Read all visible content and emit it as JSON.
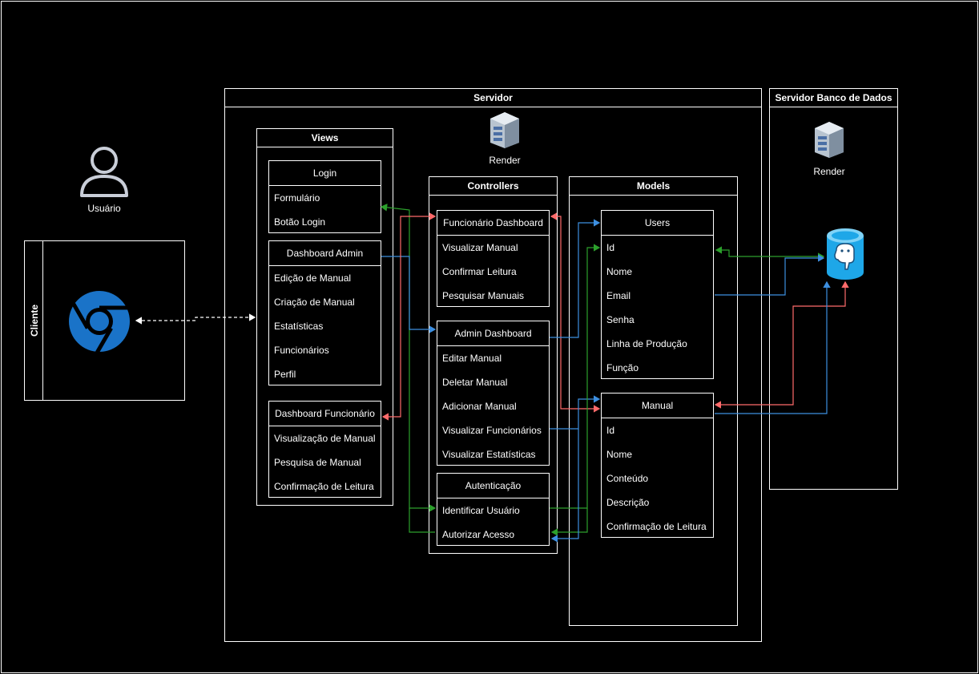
{
  "outer_border": true,
  "client": {
    "title": "Cliente",
    "user_label": "Usuário"
  },
  "server": {
    "title": "Servidor",
    "host_label": "Render",
    "views": {
      "title": "Views",
      "login": {
        "title": "Login",
        "items": [
          "Formulário",
          "Botão Login"
        ]
      },
      "admin": {
        "title": "Dashboard Admin",
        "items": [
          "Edição de Manual",
          "Criação de Manual",
          "Estatísticas",
          "Funcionários",
          "Perfil"
        ]
      },
      "funcionario": {
        "title": "Dashboard Funcionário",
        "items": [
          "Visualização de Manual",
          "Pesquisa de Manual",
          "Confirmação de Leitura"
        ]
      }
    },
    "controllers": {
      "title": "Controllers",
      "func_dash": {
        "title": "Funcionário Dashboard",
        "items": [
          "Visualizar Manual",
          "Confirmar Leitura",
          "Pesquisar Manuais"
        ]
      },
      "admin_dash": {
        "title": "Admin Dashboard",
        "items": [
          "Editar Manual",
          "Deletar Manual",
          "Adicionar Manual",
          "Visualizar Funcionários",
          "Visualizar Estatísticas"
        ]
      },
      "auth": {
        "title": "Autenticação",
        "items": [
          "Identificar Usuário",
          "Autorizar Acesso"
        ]
      }
    },
    "models": {
      "title": "Models",
      "users": {
        "title": "Users",
        "items": [
          "Id",
          "Nome",
          "Email",
          "Senha",
          "Linha de Produção",
          "Função"
        ]
      },
      "manual": {
        "title": "Manual",
        "items": [
          "Id",
          "Nome",
          "Conteúdo",
          "Descrição",
          "Confirmação de Leitura"
        ]
      }
    }
  },
  "db_server": {
    "title": "Servidor Banco de Dados",
    "host_label": "Render"
  },
  "icons": {
    "user": "user-outline-icon",
    "browser": "chrome-icon",
    "server": "server-rack-icon",
    "database": "postgresql-icon"
  },
  "colors": {
    "green": "#2ca02c",
    "blue": "#3d8fe0",
    "red": "#ff6b6b",
    "chrome": "#1a73c8",
    "db": "#1ea7e8"
  }
}
